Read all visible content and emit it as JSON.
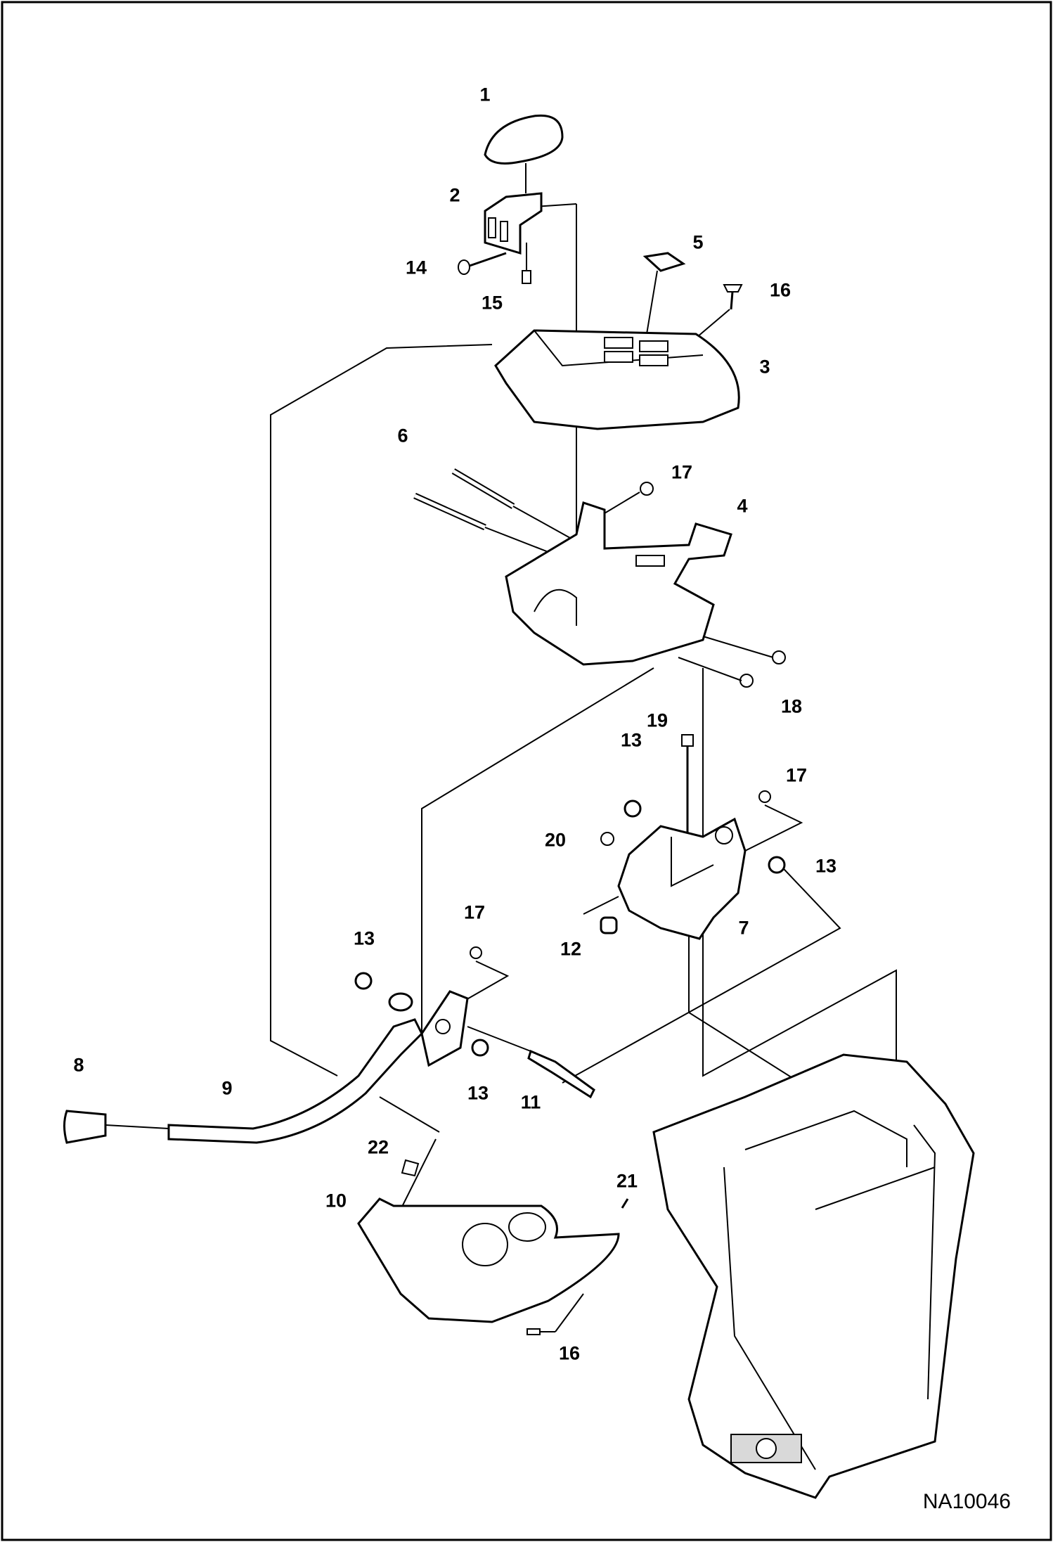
{
  "drawing_number": "NA10046",
  "callouts": [
    "1",
    "2",
    "5",
    "16",
    "14",
    "15",
    "3",
    "6",
    "17",
    "4",
    "18",
    "19",
    "13",
    "17",
    "20",
    "13",
    "7",
    "17",
    "12",
    "13",
    "8",
    "9",
    "13",
    "11",
    "22",
    "21",
    "10",
    "16"
  ],
  "colors": {
    "line": "#000000",
    "part_fill": "#ffffff",
    "shade": "#d9d9d9"
  }
}
